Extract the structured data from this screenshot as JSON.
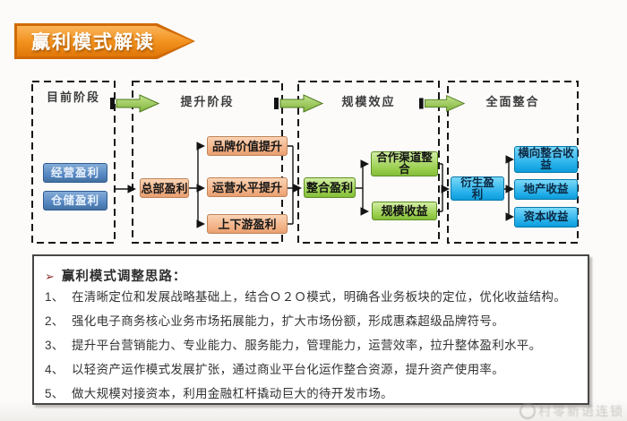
{
  "slide": {
    "title": "赢利模式解读",
    "watermark": "村零新语连锁"
  },
  "colors": {
    "banner_orange": "#ED870F",
    "stage_arrow_green": "#8FC94C",
    "node_steel_blue": "#4F81BD",
    "node_orange": "#F2B089",
    "node_green": "#96CC49",
    "node_cyan": "#1FACE8",
    "bullet_maroon": "#8B3232"
  },
  "diagram": {
    "stages": [
      {
        "label": "目前阶段"
      },
      {
        "label": "提升阶段"
      },
      {
        "label": "规模效应"
      },
      {
        "label": "全面整合"
      }
    ],
    "boxes": {
      "jingying": "经营盈利",
      "cangchu": "仓储盈利",
      "zongbu": "总部盈利",
      "pinpai": "品牌价值提升",
      "yunying": "运营水平提升",
      "shangxiayou": "上下游盈利",
      "zhenghe": "整合盈利",
      "hezuo": "合作渠道整合",
      "guimo": "规模收益",
      "yansheng": "衍生盈利",
      "hengxiang": "横向整合收益",
      "dichan": "地产收益",
      "ziben": "资本收益"
    }
  },
  "notes": {
    "bullet": "➢",
    "heading": "赢利模式调整思路：",
    "items": [
      {
        "num": "1、",
        "text": "在清晰定位和发展战略基础上，结合Ｏ２Ｏ模式，明确各业务板块的定位，优化收益结构。"
      },
      {
        "num": "2、",
        "text": "强化电子商务核心业务市场拓展能力，扩大市场份额，形成惠森超级品牌符号。"
      },
      {
        "num": "3、",
        "text": "提升平台营销能力、专业能力、服务能力，管理能力，运营效率，拉升整体盈利水平。"
      },
      {
        "num": "4、",
        "text": "以轻资产运作模式发展扩张，通过商业平台化运作整合资源，提升资产使用率。"
      },
      {
        "num": "5、",
        "text": "做大规模对接资本，利用金融杠杆撬动巨大的待开发市场。"
      }
    ]
  }
}
